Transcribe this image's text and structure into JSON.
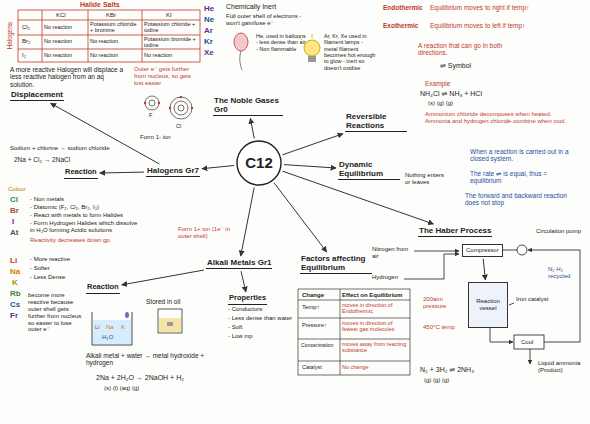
{
  "diagram": {
    "nodes": [
      {
        "text": [
          "C12"
        ]
      },
      {
        "text": [
          "The Noble Gases Gr0"
        ]
      },
      {
        "text": [
          "Halogens Gr7"
        ]
      },
      {
        "text": [
          "Alkali Metals Gr1"
        ]
      },
      {
        "text": [
          "Factors affecting Equilibrium"
        ]
      },
      {
        "text": [
          "Reversible Reactions"
        ]
      },
      {
        "text": [
          "Dynamic Equilibrium"
        ]
      },
      {
        "text": [
          "The Haber Process"
        ]
      },
      {
        "text": [
          "Displacement"
        ]
      },
      {
        "text": [
          "Reaction"
        ]
      },
      {
        "text": [
          "Reaction"
        ]
      },
      {
        "text": [
          "Properties"
        ]
      },
      {
        "text": [
          "Reaction vessel"
        ]
      },
      {
        "text": [
          "Compressor"
        ]
      }
    ],
    "edges": [
      {
        "from": 0,
        "to": 1,
        "arrow": "to"
      },
      {
        "from": 0,
        "to": 2,
        "arrow": "to"
      },
      {
        "from": 0,
        "to": 3,
        "arrow": "to"
      },
      {
        "from": 0,
        "to": 4,
        "arrow": "to"
      },
      {
        "from": 0,
        "to": 5,
        "arrow": "to"
      },
      {
        "from": 0,
        "to": 6,
        "arrow": "to"
      },
      {
        "from": 0,
        "to": 7,
        "arrow": "to"
      },
      {
        "from": 2,
        "to": 8,
        "arrow": "to"
      },
      {
        "from": 2,
        "to": 9,
        "arrow": "to"
      },
      {
        "from": 3,
        "to": 10,
        "arrow": "to"
      },
      {
        "from": 3,
        "to": 11,
        "arrow": "to"
      },
      {
        "from": 13,
        "to": 12,
        "arrow": "to"
      }
    ],
    "labels": [
      "Halide Salts",
      "KCl",
      "KBr",
      "KI",
      "Cl₂",
      "No reaction",
      "Potassium chloride + bromine",
      "Potassium chloride + iodine",
      "Br₂",
      "No reaction",
      "No reaction",
      "Potassium bromide + iodine",
      "I₂",
      "No reaction",
      "No reaction",
      "No reaction",
      "Halogens",
      "A more reactive Halogen will displace a less reactive halogen from an aq solution.",
      "Outer e⁻ gets further from nucleus, so gets lost easier",
      "Cl",
      "F",
      "Form 1- ion",
      "Sodium + chlorine → sodium chloride",
      "2Na + Cl₂ → 2NaCl",
      "Colour",
      "Cl",
      "Br",
      "I",
      "At",
      "- Non metals",
      "- Diatomic (F₂, Cl₂, Br₂, I₂)",
      "- React with metals to form Halides",
      "- Form Hydrogen Halides which dissolve in H₂O forming Acidic solutions",
      "Reactivity decreases down gp.",
      "Li",
      "Na",
      "K",
      "Rb",
      "Cs",
      "Fr",
      "- More reactive",
      "- Softer",
      "- Less Dense",
      "become more reactive because outer shell gets further from nucleus so easier to lose outer e⁻",
      "H₂O",
      "Li",
      "Na",
      "K",
      "Alkali metal + water → metal hydroxide + hydrogen",
      "2Na + 2H₂O → 2NaOH + H₂",
      "(s) (l) (aq) (g)",
      "Stored in oil",
      "Form 1+ ion (1e⁻ in outer shell)",
      "- Conductors",
      "- Less dense than water",
      "- Soft",
      "- Low mp",
      "He",
      "Ne",
      "Ar",
      "Kr",
      "Xe",
      "Chemically Inert",
      "Full outer shell of electrons - won't gain/lose e⁻",
      "He, used in balloons - less dense than air - Non flammable",
      "Ar, Kr, Xe used in filament lamps - metal filament becomes hot enough to glow - inert so doesn't oxidise",
      "Endothermic",
      "Equilibrium moves to right if temp↑",
      "Exothermic",
      "Equilibrium moves to left if temp↑",
      "A reaction that can go in both directions.",
      "⇌ Symbol",
      "Example",
      "NH₄Cl ⇌ NH₃ + HCl",
      "(s) (g) (g)",
      "Ammonium chloride decomposes when heated. Ammonia and hydrogen chloride combine when cool.",
      "When a reaction is carried out in a closed system.",
      "Nothing enters or leaves",
      "The rate ⇌ is equal, thus = equilibrium",
      "The forward and backward reaction does not stop",
      "Nitrogen from air",
      "Hydrogen",
      "Circulation pump",
      "Iron catalyst",
      "200atm pressure",
      "450°C temp",
      "N₂ + 3H₂ ⇌ 2NH₃",
      "(g) (g) (g)",
      "Cool",
      "Liquid ammonia (Product)",
      "N₂ H₂ recycled",
      "Change",
      "Effect on Equilibrium",
      "Temp↑",
      "moves in direction of Endothermic",
      "Pressure↑",
      "moves in direction of fewest gas molecules",
      "Concentration",
      "moves away from reacting substance",
      "Catalyst",
      "No change"
    ]
  }
}
